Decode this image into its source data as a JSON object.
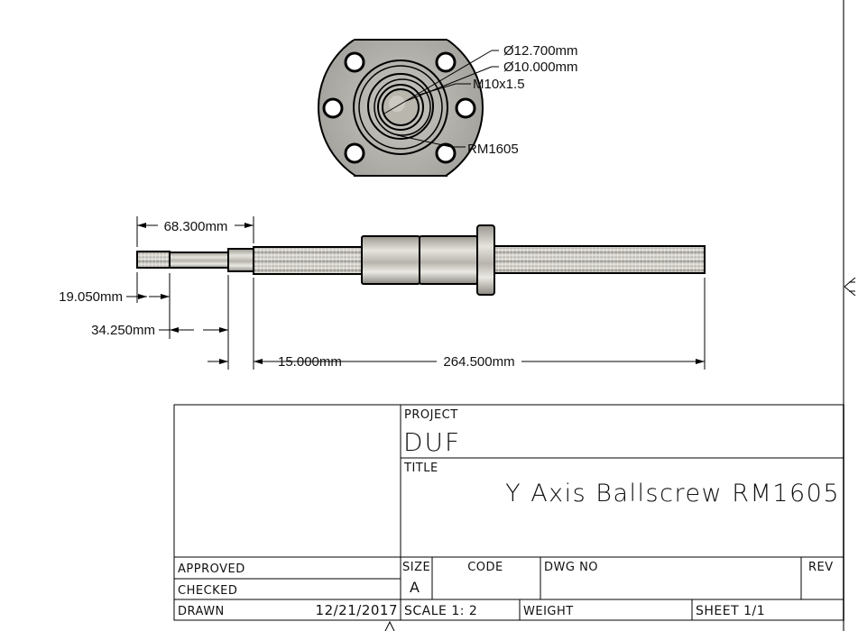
{
  "front_view": {
    "callouts": [
      "Ø12.700mm",
      "Ø10.000mm",
      "M10x1.5",
      "RM1605"
    ]
  },
  "side_view": {
    "dimensions": {
      "overall_end": "68.300mm",
      "thread_end": "19.050mm",
      "journal": "34.250mm",
      "shoulder": "15.000mm",
      "screw_length": "264.500mm"
    }
  },
  "title_block": {
    "project_label": "PROJECT",
    "project": "DUF",
    "title_label": "TITLE",
    "title": "Y Axis Ballscrew RM1605",
    "approved_label": "APPROVED",
    "checked_label": "CHECKED",
    "drawn_label": "DRAWN",
    "drawn_date": "12/21/2017",
    "size_label": "SIZE",
    "size": "A",
    "code_label": "CODE",
    "dwg_no_label": "DWG NO",
    "rev_label": "REV",
    "scale": "SCALE 1: 2",
    "weight_label": "WEIGHT",
    "sheet": "SHEET 1/1"
  },
  "colors": {
    "metal_light": "#e4e2dc",
    "metal_dark": "#8d8b85",
    "line": "#000000"
  }
}
